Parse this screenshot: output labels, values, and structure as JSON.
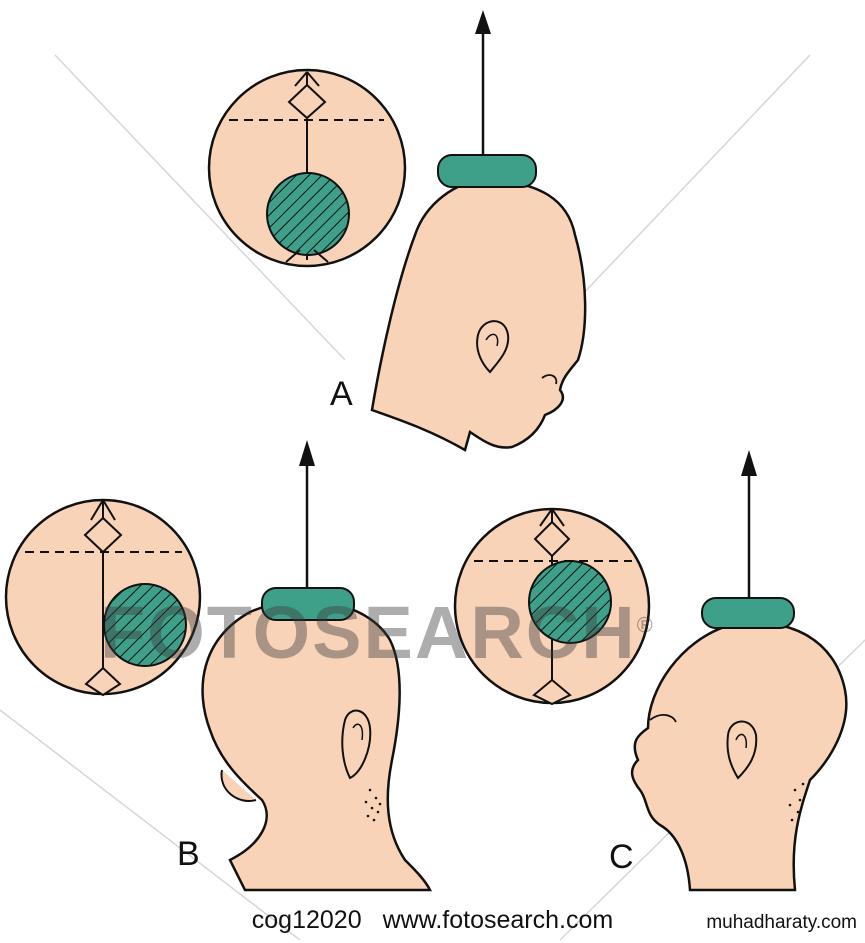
{
  "colors": {
    "skin": "#f8d3b8",
    "tourniquet": "#3fa08a",
    "line": "#111111",
    "watermark": "#555555"
  },
  "panels": [
    {
      "id": "A",
      "label": "A",
      "view": "side profile, face right, tilted forward"
    },
    {
      "id": "B",
      "label": "B",
      "view": "back of head"
    },
    {
      "id": "C",
      "label": "C",
      "view": "side profile, face left"
    }
  ],
  "watermark": {
    "text": "FOTOSEARCH",
    "mark": "®"
  },
  "caption": {
    "id": "cog12020",
    "url": "www.fotosearch.com"
  },
  "site_tag": "muhadharaty.com"
}
